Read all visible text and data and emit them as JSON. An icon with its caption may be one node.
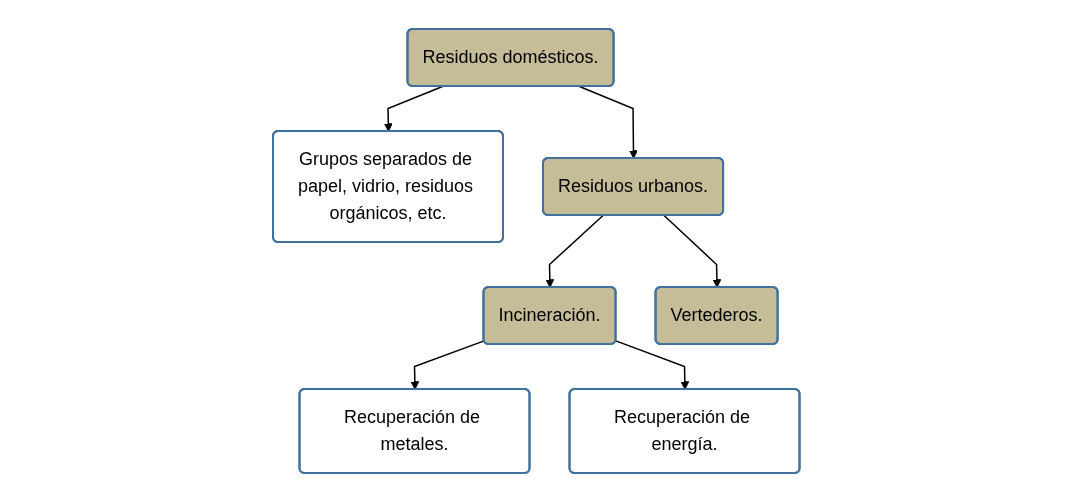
{
  "diagram": {
    "nodes": [
      {
        "text": [
          "Residuos domésticos."
        ]
      },
      {
        "text": [
          "Grupos separados de papel, vidrio, residuos orgánicos, etc."
        ]
      },
      {
        "text": [
          "Residuos urbanos."
        ]
      },
      {
        "text": [
          "Incineración."
        ]
      },
      {
        "text": [
          "Vertederos."
        ]
      },
      {
        "text": [
          "Recuperación de metales."
        ]
      },
      {
        "text": [
          "Recuperación de energía."
        ]
      }
    ],
    "edges": [
      {
        "from": 0,
        "to": 1,
        "arrow": "to"
      },
      {
        "from": 0,
        "to": 2,
        "arrow": "to"
      },
      {
        "from": 2,
        "to": 3,
        "arrow": "to"
      },
      {
        "from": 2,
        "to": 4,
        "arrow": "to"
      },
      {
        "from": 3,
        "to": 5,
        "arrow": "to"
      },
      {
        "from": 3,
        "to": 6,
        "arrow": "to"
      }
    ]
  }
}
